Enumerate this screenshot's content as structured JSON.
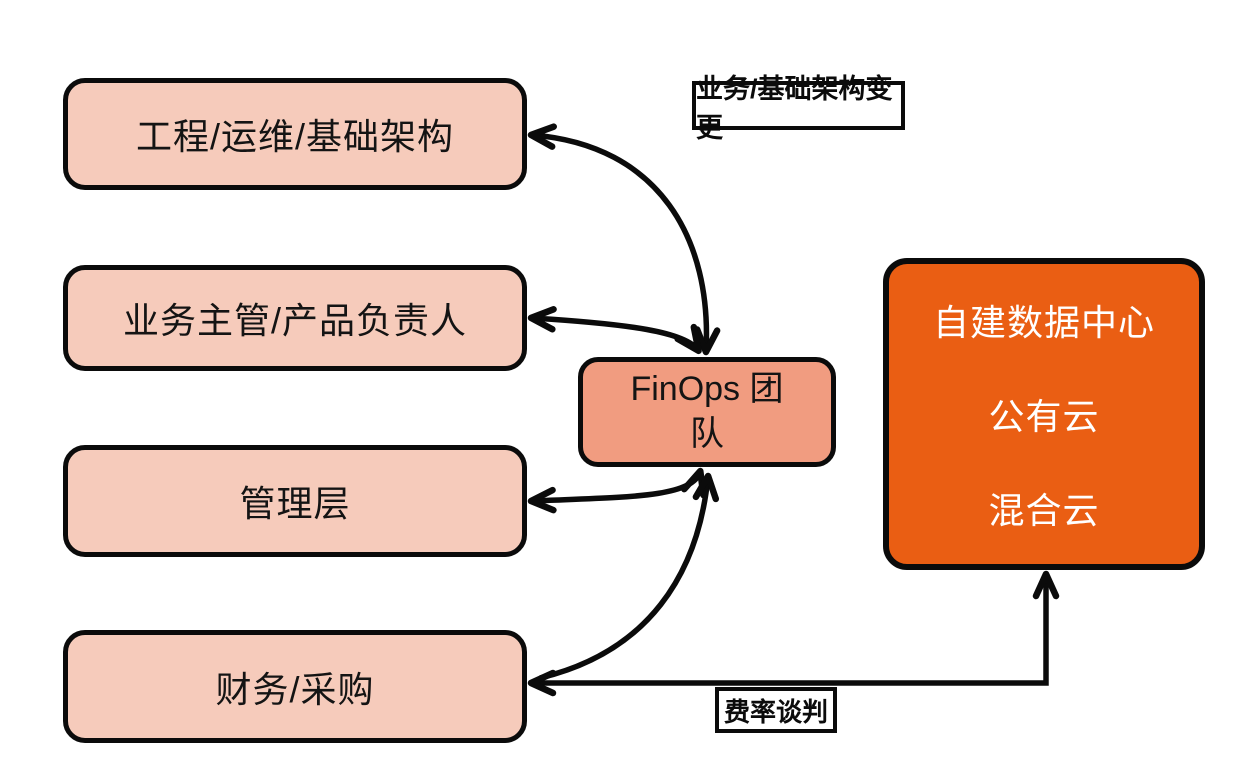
{
  "nodes": {
    "stakeholders": [
      {
        "label": "工程/运维/基础架构"
      },
      {
        "label": "业务主管/产品负责人"
      },
      {
        "label": "管理层"
      },
      {
        "label": "财务/采购"
      }
    ],
    "finops": {
      "label": "FinOps 团队"
    },
    "cloud": {
      "lines": [
        "自建数据中心",
        "公有云",
        "混合云"
      ]
    }
  },
  "edge_labels": {
    "top": "业务/基础架构变更",
    "bottom": "费率谈判"
  },
  "colors": {
    "stakeholder_fill": "#f6cbbb",
    "finops_fill": "#f19c80",
    "cloud_fill": "#ea5e13",
    "stroke": "#0b0b0b",
    "cloud_text": "#ffffff",
    "background": "#ffffff"
  }
}
